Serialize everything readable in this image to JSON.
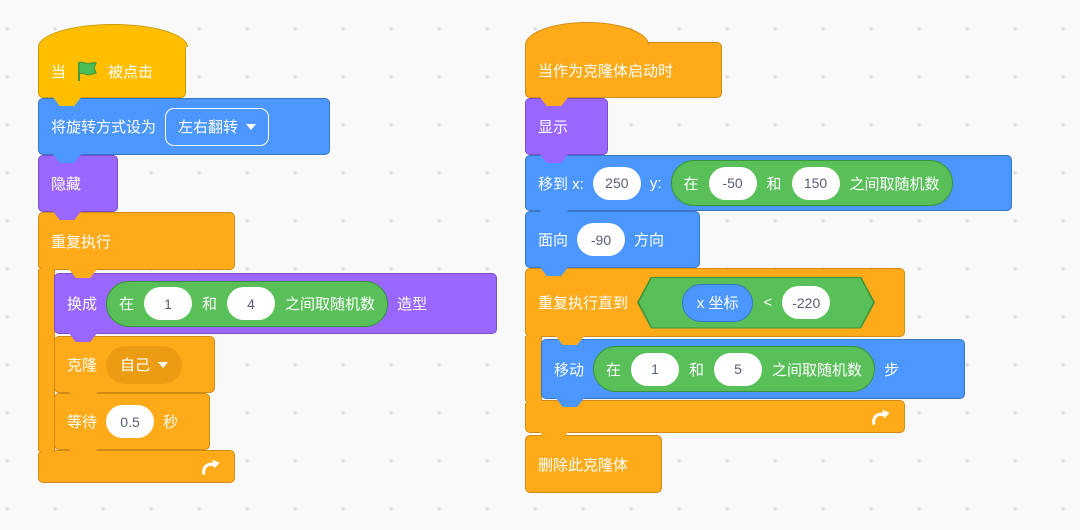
{
  "colors": {
    "motion": "#4C97FF",
    "looks": "#9966FF",
    "control": "#FFAB19",
    "events": "#FFBF00",
    "operators": "#59C059",
    "input_text": "#575E75",
    "background": "#F9F9F9"
  },
  "left_script": {
    "when_flag_clicked": {
      "prefix": "当",
      "suffix": "被点击",
      "icon": "green-flag-icon"
    },
    "set_rotation_style": {
      "label": "将旋转方式设为",
      "value": "左右翻转"
    },
    "hide": {
      "label": "隐藏"
    },
    "forever": {
      "label": "重复执行"
    },
    "switch_costume": {
      "prefix": "换成",
      "suffix": "造型",
      "random": {
        "p1": "在",
        "min": "1",
        "p2": "和",
        "max": "4",
        "p3": "之间取随机数"
      }
    },
    "clone": {
      "label": "克隆",
      "value": "自己"
    },
    "wait": {
      "prefix": "等待",
      "value": "0.5",
      "suffix": "秒"
    }
  },
  "right_script": {
    "when_clone_starts": {
      "label": "当作为克隆体启动时"
    },
    "show": {
      "label": "显示"
    },
    "goto_xy": {
      "p1": "移到 x:",
      "x": "250",
      "p2": "y:",
      "random": {
        "p1": "在",
        "min": "-50",
        "p2": "和",
        "max": "150",
        "p3": "之间取随机数"
      }
    },
    "point_direction": {
      "prefix": "面向",
      "value": "-90",
      "suffix": "方向"
    },
    "repeat_until": {
      "label": "重复执行直到",
      "condition": {
        "reporter": "x 坐标",
        "operator": "<",
        "value": "-220"
      }
    },
    "move_steps": {
      "prefix": "移动",
      "suffix": "步",
      "random": {
        "p1": "在",
        "min": "1",
        "p2": "和",
        "max": "5",
        "p3": "之间取随机数"
      }
    },
    "delete_clone": {
      "label": "删除此克隆体"
    }
  }
}
